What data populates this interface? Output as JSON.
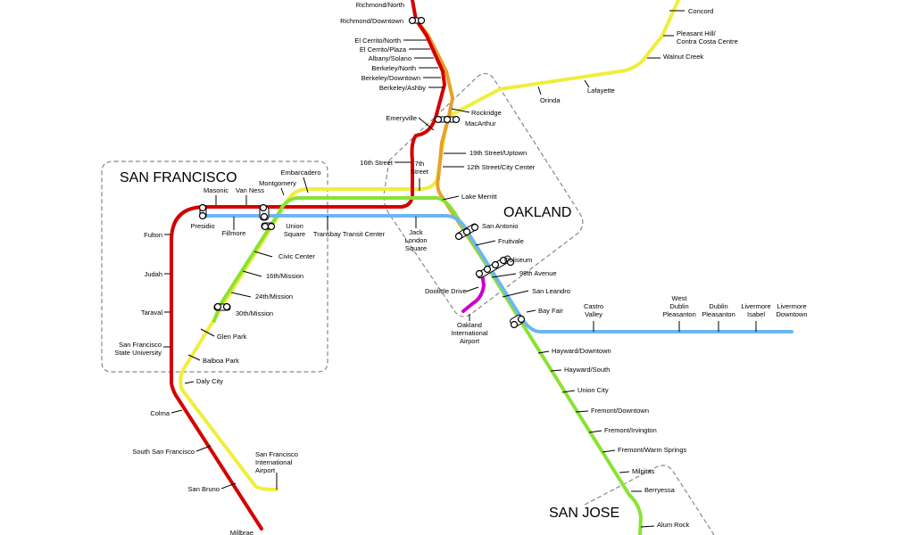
{
  "colors": {
    "red": "#d40000",
    "orange": "#e6a02b",
    "yellow": "#f0ee3c",
    "green": "#8ae234",
    "blue": "#6ab7f0",
    "purple": "#cc00cc",
    "zone_border": "#888888"
  },
  "regions": {
    "san_francisco": "SAN FRANCISCO",
    "oakland": "OAKLAND",
    "san_jose": "SAN JOSE"
  },
  "stations": [
    {
      "id": "richmond-north",
      "name": "Richmond/North"
    },
    {
      "id": "richmond-downtown",
      "name": "Richmond/Downtown"
    },
    {
      "id": "el-cerrito-north",
      "name": "El Cerrito/North"
    },
    {
      "id": "el-cerrito-plaza",
      "name": "El Cerrito/Plaza"
    },
    {
      "id": "albany-solano",
      "name": "Albany/Solano"
    },
    {
      "id": "berkeley-north",
      "name": "Berkeley/North"
    },
    {
      "id": "berkeley-downtown",
      "name": "Berkeley/Downtown"
    },
    {
      "id": "berkeley-ashby",
      "name": "Berkeley/Ashby"
    },
    {
      "id": "emeryville",
      "name": "Emeryville"
    },
    {
      "id": "rockridge",
      "name": "Rockridge"
    },
    {
      "id": "macarthur",
      "name": "MacArthur"
    },
    {
      "id": "19th-street",
      "name": "19th Street/Uptown"
    },
    {
      "id": "12th-street",
      "name": "12th Street/City Center"
    },
    {
      "id": "16th-street",
      "name": "16th Street"
    },
    {
      "id": "7th-street",
      "name": "7th\nStreet"
    },
    {
      "id": "embarcadero",
      "name": "Embarcadero"
    },
    {
      "id": "montgomery",
      "name": "Montgomery"
    },
    {
      "id": "masonic",
      "name": "Masonic"
    },
    {
      "id": "van-ness",
      "name": "Van Ness"
    },
    {
      "id": "presidio",
      "name": "Presidio"
    },
    {
      "id": "fillmore",
      "name": "Fillmore"
    },
    {
      "id": "union-square",
      "name": "Union\nSquare"
    },
    {
      "id": "transbay",
      "name": "Transbay Transit Center"
    },
    {
      "id": "jack-london",
      "name": "Jack\nLondon\nSquare"
    },
    {
      "id": "lake-merritt",
      "name": "Lake Merritt"
    },
    {
      "id": "san-antonio",
      "name": "San Antonio"
    },
    {
      "id": "fruitvale",
      "name": "Fruitvale"
    },
    {
      "id": "coliseum",
      "name": "Coliseum"
    },
    {
      "id": "98th-avenue",
      "name": "98th Avenue"
    },
    {
      "id": "doolittle",
      "name": "Doolittle Drive"
    },
    {
      "id": "san-leandro",
      "name": "San Leandro"
    },
    {
      "id": "oakland-airport",
      "name": "Oakland\nInternational\nAirport"
    },
    {
      "id": "bay-fair",
      "name": "Bay Fair"
    },
    {
      "id": "castro-valley",
      "name": "Castro\nValley"
    },
    {
      "id": "west-dublin",
      "name": "West\nDublin\nPleasanton"
    },
    {
      "id": "dublin-pleasanton",
      "name": "Dublin\nPleasanton"
    },
    {
      "id": "livermore-isabel",
      "name": "Livermore\nIsabel"
    },
    {
      "id": "livermore-downtown",
      "name": "Livermore\nDowntown"
    },
    {
      "id": "concord",
      "name": "Concord"
    },
    {
      "id": "pleasant-hill",
      "name": "Pleasant Hill/\nContra Costa Centre"
    },
    {
      "id": "walnut-creek",
      "name": "Walnut Creek"
    },
    {
      "id": "lafayette",
      "name": "Lafayette"
    },
    {
      "id": "orinda",
      "name": "Orinda"
    },
    {
      "id": "fulton",
      "name": "Fulton"
    },
    {
      "id": "judah",
      "name": "Judah"
    },
    {
      "id": "taraval",
      "name": "Taraval"
    },
    {
      "id": "sfsu",
      "name": "San Francisco\nState University"
    },
    {
      "id": "civic-center",
      "name": "Civic Center"
    },
    {
      "id": "16th-mission",
      "name": "16th/Mission"
    },
    {
      "id": "24th-mission",
      "name": "24th/Mission"
    },
    {
      "id": "30th-mission",
      "name": "30th/Mission"
    },
    {
      "id": "glen-park",
      "name": "Glen Park"
    },
    {
      "id": "balboa-park",
      "name": "Balboa Park"
    },
    {
      "id": "daly-city",
      "name": "Daly City"
    },
    {
      "id": "colma",
      "name": "Colma"
    },
    {
      "id": "south-sf",
      "name": "South San Francisco"
    },
    {
      "id": "sfo",
      "name": "San Francisco\nInternational\nAirport"
    },
    {
      "id": "san-bruno",
      "name": "San Bruno"
    },
    {
      "id": "millbrae",
      "name": "Millbrae"
    },
    {
      "id": "hayward-downtown",
      "name": "Hayward/Downtown"
    },
    {
      "id": "hayward-south",
      "name": "Hayward/South"
    },
    {
      "id": "union-city",
      "name": "Union City"
    },
    {
      "id": "fremont-downtown",
      "name": "Fremont/Downtown"
    },
    {
      "id": "fremont-irvington",
      "name": "Fremont/Irvington"
    },
    {
      "id": "fremont-warm-springs",
      "name": "Fremont/Warm Springs"
    },
    {
      "id": "milpitas",
      "name": "Milpitas"
    },
    {
      "id": "berryessa",
      "name": "Berryessa"
    },
    {
      "id": "alum-rock",
      "name": "Alum Rock"
    }
  ]
}
